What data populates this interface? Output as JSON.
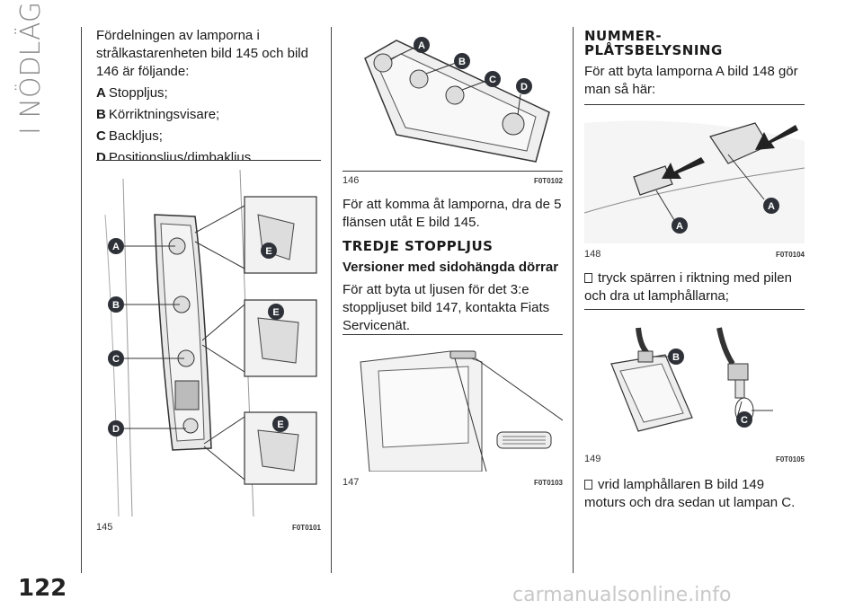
{
  "section_title": "I NÖDLÄGE",
  "page_number": "122",
  "watermark": "carmanualsonline.info",
  "col1": {
    "intro": "Fördelningen av lamporna i strålkastarenheten bild 145 och bild 146 är följande:",
    "items": [
      {
        "letter": "A",
        "text": "Stoppljus;"
      },
      {
        "letter": "B",
        "text": "Körriktningsvisare;"
      },
      {
        "letter": "C",
        "text": "Backljus;"
      },
      {
        "letter": "D",
        "text": "Positionsljus/dimbakljus."
      }
    ],
    "figure": {
      "number": "145",
      "code": "F0T0101",
      "labels": [
        "A",
        "B",
        "C",
        "D",
        "E",
        "E",
        "E"
      ]
    }
  },
  "col2": {
    "figure_top": {
      "number": "146",
      "code": "F0T0102",
      "labels": [
        "A",
        "B",
        "C",
        "D"
      ]
    },
    "para1": "För att komma åt lamporna, dra de 5 flänsen utåt E bild 145.",
    "heading": "TREDJE STOPPLJUS",
    "subheading": "Versioner med sidohängda dörrar",
    "para2": "För att byta ut ljusen för det 3:e stoppljuset bild 147, kontakta Fiats Servicenät.",
    "figure_bottom": {
      "number": "147",
      "code": "F0T0103"
    }
  },
  "col3": {
    "heading_line1": "NUMMER-",
    "heading_line2": "PLÅTSBELYSNING",
    "para1": "För att byta lamporna A bild 148 gör man så här:",
    "figure1": {
      "number": "148",
      "code": "F0T0104",
      "labels": [
        "A",
        "A"
      ]
    },
    "step1": "tryck spärren i riktning med pilen och dra ut lamphållarna;",
    "figure2": {
      "number": "149",
      "code": "F0T0105",
      "labels": [
        "B",
        "C"
      ]
    },
    "step2": "vrid lamphållaren B bild 149 moturs och dra sedan ut lampan C."
  },
  "colors": {
    "badge": "#2e3238",
    "side_title": "#8a8a8a"
  }
}
